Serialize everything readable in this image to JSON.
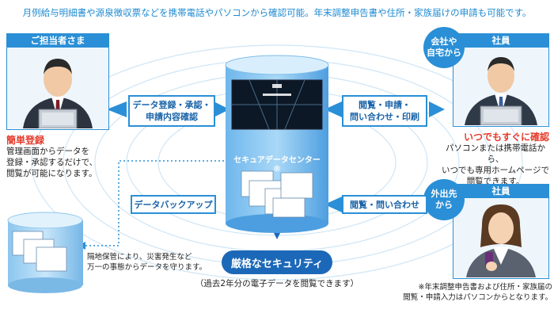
{
  "headline": "月例給与明細書や源泉徴収票などを携帯電話やパソコンから確認可能。年末調整申告書や住所・家族届けの申請も可能です。",
  "left_panel": {
    "header": "ご担当者さま",
    "title": "簡単登録",
    "desc_lines": [
      "管理画面からデータを",
      "登録・承認するだけで、",
      "閲覧が可能になります。"
    ]
  },
  "right_top_panel": {
    "header": "社員",
    "bubble_lines": [
      "会社や",
      "自宅から"
    ],
    "title": "いつでもすぐに確認",
    "desc_lines": [
      "パソコンまたは携帯電話から、",
      "いつでも専用ホームページで",
      "閲覧できます。"
    ]
  },
  "right_bottom_panel": {
    "header": "社員",
    "bubble_lines": [
      "外出先",
      "から"
    ]
  },
  "labels": {
    "register_lines": [
      "データ登録・承認・",
      "申請内容確認"
    ],
    "backup": "データバックアップ",
    "view_apply_lines": [
      "閲覧・申請・",
      "問い合わせ・印刷"
    ],
    "view_inquiry": "閲覧・問い合わせ"
  },
  "center": {
    "datacenter_label": "セキュアデータセンター",
    "security_badge": "厳格なセキュリティ",
    "retention_note": "（過去2年分の電子データを閲覧できます）"
  },
  "backup_note_lines": [
    "隔地保管により、災害発生など",
    "万一の事態からデータを守ります。"
  ],
  "footnote_lines": [
    "※年末調整申告書および住所・家族届の",
    "閲覧・申請入力はパソコンからとなります。"
  ],
  "colors": {
    "accent": "#2a8fd6",
    "dark_blue": "#1c68b8",
    "red": "#e53a2a",
    "headline": "#1f8ad1"
  }
}
